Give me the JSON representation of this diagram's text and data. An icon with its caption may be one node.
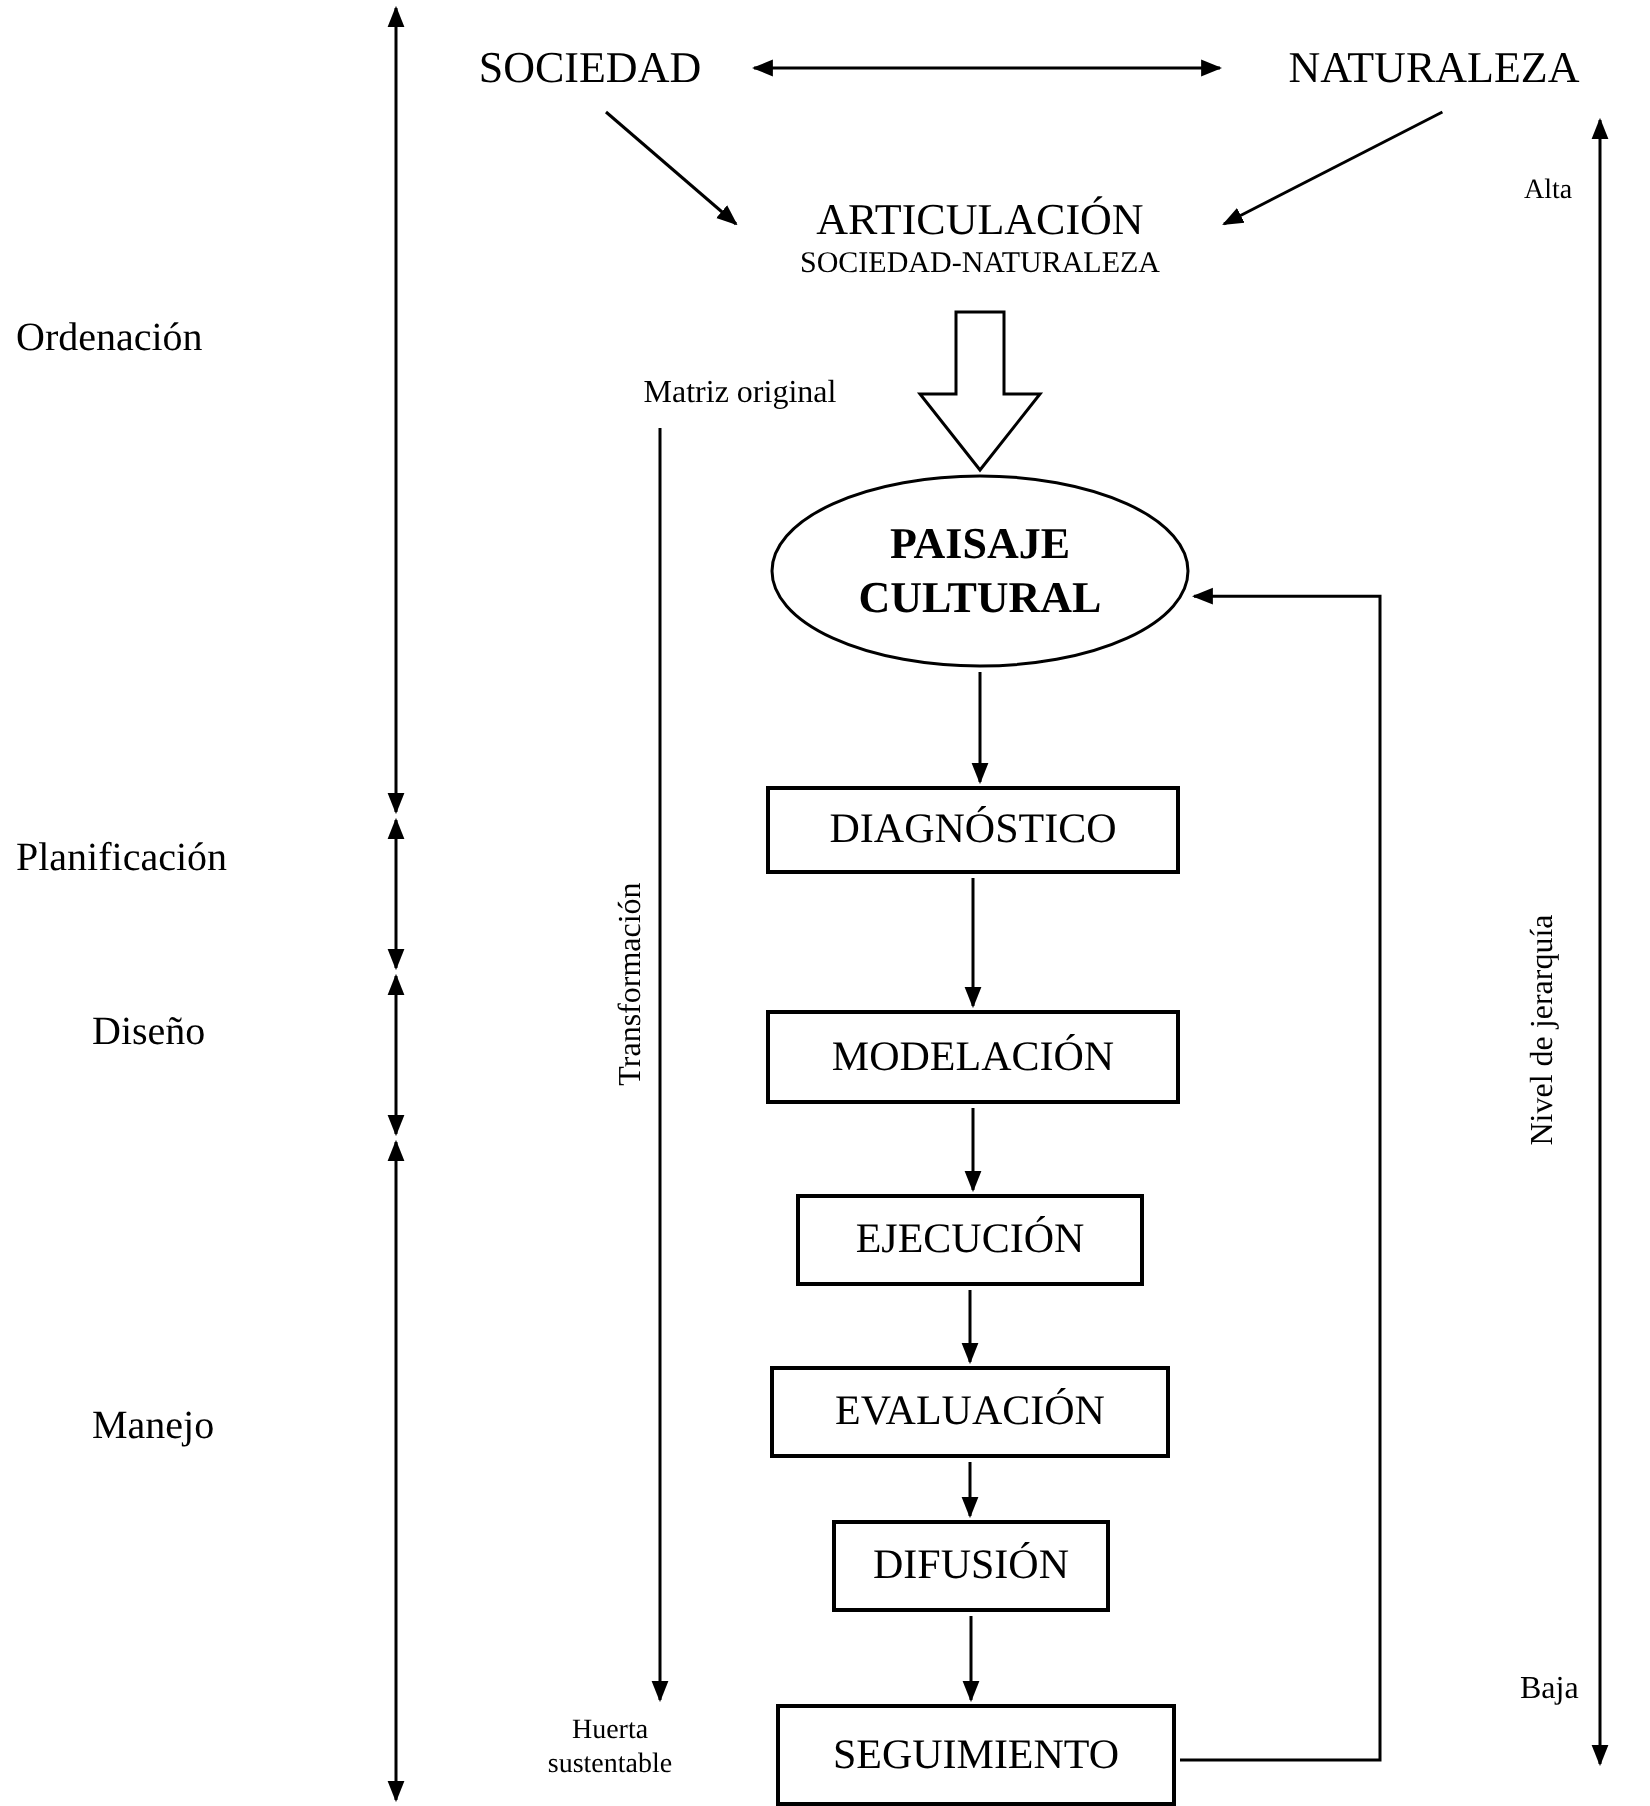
{
  "diagram": {
    "nodes": [
      {
        "text": [
          "SOCIEDAD"
        ]
      },
      {
        "text": [
          "NATURALEZA"
        ]
      },
      {
        "text": [
          "ARTICULACIÓN",
          "SOCIEDAD-NATURALEZA"
        ]
      },
      {
        "text": [
          "PAISAJE CULTURAL"
        ]
      },
      {
        "text": [
          "DIAGNÓSTICO"
        ]
      },
      {
        "text": [
          "MODELACIÓN"
        ]
      },
      {
        "text": [
          "EJECUCIÓN"
        ]
      },
      {
        "text": [
          "EVALUACIÓN"
        ]
      },
      {
        "text": [
          "DIFUSIÓN"
        ]
      },
      {
        "text": [
          "SEGUIMIENTO"
        ]
      },
      {
        "text": [
          "Matriz original"
        ]
      },
      {
        "text": [
          "Huerta sustentable"
        ]
      }
    ],
    "edges": [
      {
        "from": 0,
        "to": 1,
        "arrow": "both"
      },
      {
        "from": 0,
        "to": 2,
        "arrow": "to"
      },
      {
        "from": 1,
        "to": 2,
        "arrow": "to"
      },
      {
        "from": 2,
        "to": 3,
        "arrow": "to",
        "style": "thick"
      },
      {
        "from": 3,
        "to": 4,
        "arrow": "to"
      },
      {
        "from": 4,
        "to": 5,
        "arrow": "to"
      },
      {
        "from": 5,
        "to": 6,
        "arrow": "to"
      },
      {
        "from": 6,
        "to": 7,
        "arrow": "to"
      },
      {
        "from": 7,
        "to": 8,
        "arrow": "to"
      },
      {
        "from": 8,
        "to": 9,
        "arrow": "to"
      },
      {
        "from": 9,
        "to": 3,
        "arrow": "to"
      },
      {
        "from": 10,
        "to": 11,
        "arrow": "to",
        "label": "Transformación"
      }
    ],
    "labels": [
      "Ordenación",
      "Alta",
      "Planificación",
      "Diseño",
      "Nivel de jerarquía",
      "Manejo",
      "Baja"
    ]
  }
}
